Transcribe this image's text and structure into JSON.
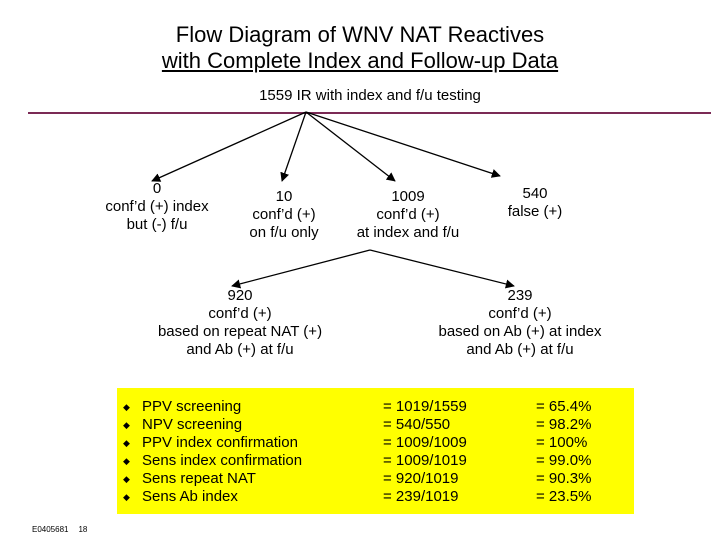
{
  "title": {
    "line1": "Flow Diagram of WNV NAT Reactives",
    "line2": "with Complete Index and Follow-up Data"
  },
  "root": "1559 IR with index and f/u testing",
  "level1": [
    {
      "count": "0",
      "line1": "conf’d (+) index",
      "line2": "but (-) f/u"
    },
    {
      "count": "10",
      "line1": "conf’d (+)",
      "line2": "on f/u only"
    },
    {
      "count": "1009",
      "line1": "conf’d (+)",
      "line2": "at index and f/u"
    },
    {
      "count": "540",
      "line1": "false (+)",
      "line2": ""
    }
  ],
  "level2": [
    {
      "count": "920",
      "line1": "conf’d (+)",
      "line2": "based on repeat NAT (+)",
      "line3": "and Ab (+) at f/u"
    },
    {
      "count": "239",
      "line1": "conf’d (+)",
      "line2": "based on Ab (+) at index",
      "line3": "and Ab (+) at f/u"
    }
  ],
  "stats": [
    {
      "label": "PPV screening",
      "fraction": "= 1019/1559",
      "percent": "= 65.4%"
    },
    {
      "label": "NPV screening",
      "fraction": "= 540/550",
      "percent": "= 98.2%"
    },
    {
      "label": "PPV index confirmation",
      "fraction": "= 1009/1009",
      "percent": "= 100%"
    },
    {
      "label": "Sens index confirmation",
      "fraction": "= 1009/1019",
      "percent": "= 99.0%"
    },
    {
      "label": "Sens repeat NAT",
      "fraction": "= 920/1019",
      "percent": "= 90.3%"
    },
    {
      "label": "Sens Ab index",
      "fraction": "= 239/1019",
      "percent": "= 23.5%"
    }
  ],
  "bullet_glyph": "◆",
  "colors": {
    "rule": "#7b2a55",
    "stats_background": "#ffff00"
  },
  "footer": {
    "code": "E0405681",
    "page": "18"
  }
}
